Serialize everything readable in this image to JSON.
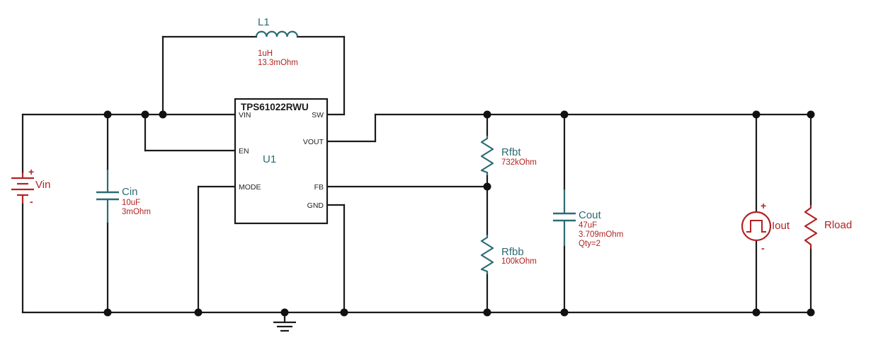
{
  "colors": {
    "wire": "#1a1a1a",
    "teal": "#2b6b74",
    "red": "#b22222",
    "value_text": "#b22222"
  },
  "ic": {
    "part": "TPS61022RWU",
    "ref": "U1",
    "pins": {
      "vin": "VIN",
      "en": "EN",
      "mode": "MODE",
      "sw": "SW",
      "vout": "VOUT",
      "fb": "FB",
      "gnd": "GND"
    }
  },
  "inductor": {
    "ref": "L1",
    "value": "1uH",
    "esr": "13.3mOhm"
  },
  "vin": {
    "ref": "Vin",
    "plus": "+",
    "minus": "-"
  },
  "cin": {
    "ref": "Cin",
    "value": "10uF",
    "esr": "3mOhm"
  },
  "rfbt": {
    "ref": "Rfbt",
    "value": "732kOhm"
  },
  "rfbb": {
    "ref": "Rfbb",
    "value": "100kOhm"
  },
  "cout": {
    "ref": "Cout",
    "value": "47uF",
    "esr": "3.709mOhm",
    "qty": "Qty=2"
  },
  "iout": {
    "ref": "Iout",
    "plus": "+",
    "minus": "-"
  },
  "rload": {
    "ref": "Rload"
  },
  "ground": {
    "icon": "ground-icon"
  }
}
